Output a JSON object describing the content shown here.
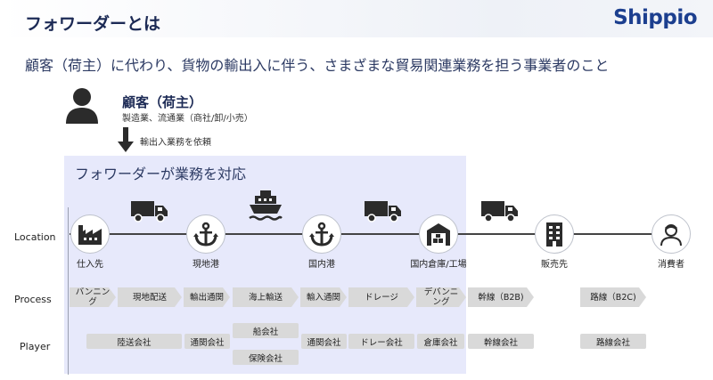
{
  "header": {
    "title": "フォワーダーとは",
    "logo": "Shippio",
    "subtitle": "顧客（荷主）に代わり、貨物の輸出入に伴う、さまざまな貿易関連業務を担う事業者のこと"
  },
  "customer": {
    "name": "顧客（荷主）",
    "description": "製造業、流通業（商社/卸/小売）",
    "request_label": "輸出入業務を依頼"
  },
  "forwarder": {
    "title": "フォワーダーが業務を対応",
    "highlight_color": "#e7e9fb"
  },
  "row_labels": {
    "location": "Location",
    "process": "Process",
    "player": "Player"
  },
  "locations": [
    {
      "label": "仕入先",
      "icon": "factory-icon"
    },
    {
      "label": "現地港",
      "icon": "anchor-icon"
    },
    {
      "label": "国内港",
      "icon": "anchor-icon"
    },
    {
      "label": "国内倉庫/工場",
      "icon": "warehouse-icon"
    },
    {
      "label": "販売先",
      "icon": "building-icon"
    },
    {
      "label": "消費者",
      "icon": "person-icon"
    }
  ],
  "vehicles": [
    "truck-icon",
    "ship-icon",
    "truck-icon",
    "truck-icon"
  ],
  "process_steps": [
    {
      "label": "バンニン\nグ"
    },
    {
      "label": "現地配送"
    },
    {
      "label": "輸出通関"
    },
    {
      "label": "海上輸送"
    },
    {
      "label": "輸入通関"
    },
    {
      "label": "ドレージ"
    },
    {
      "label": "デバンニ\nング"
    },
    {
      "label": "幹線（B2B)"
    },
    {
      "label": "路線（B2C)"
    }
  ],
  "players": [
    {
      "label": "陸送会社"
    },
    {
      "label": "通関会社"
    },
    {
      "label": "船会社"
    },
    {
      "label": "保険会社"
    },
    {
      "label": "通関会社"
    },
    {
      "label": "ドレー会社"
    },
    {
      "label": "倉庫会社"
    },
    {
      "label": "幹線会社"
    },
    {
      "label": "路線会社"
    }
  ],
  "colors": {
    "title": "#1c2a55",
    "logo": "#1c3f8f",
    "icon": "#2b2b2b",
    "step_fill": "#d9d9d9"
  }
}
